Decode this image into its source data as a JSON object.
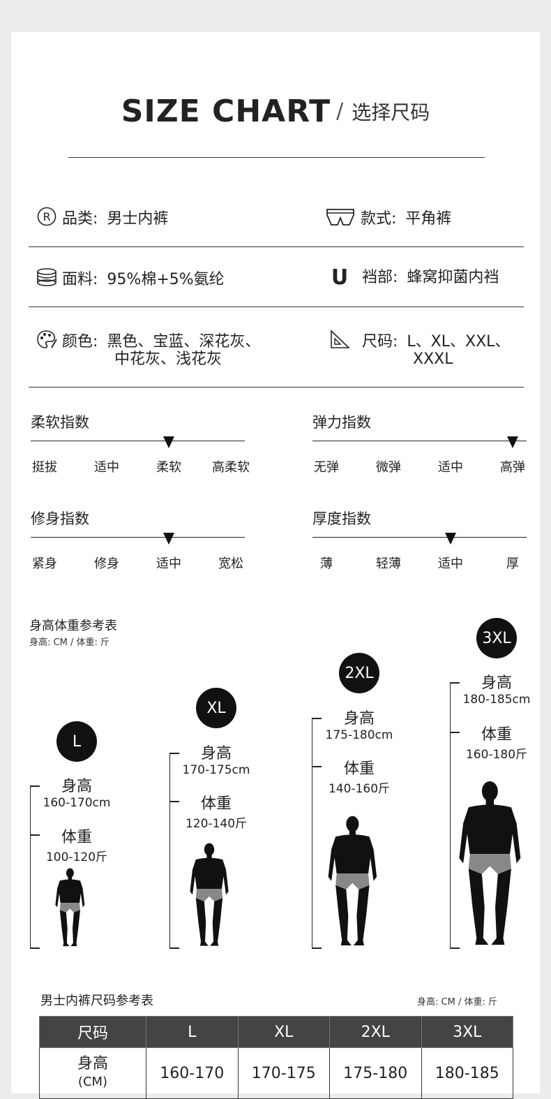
{
  "title": {
    "en": "SIZE CHART",
    "slash": "/",
    "cn": "选择尺码"
  },
  "specs": {
    "category": {
      "label": "品类:",
      "value": "男士内裤"
    },
    "style": {
      "label": "款式:",
      "value": "平角裤"
    },
    "fabric": {
      "label": "面料:",
      "value": "95%棉+5%氨纶"
    },
    "crotch": {
      "label": "裆部:",
      "value": "蜂窝抑菌内裆",
      "icon_letter": "U"
    },
    "color": {
      "label": "颜色:",
      "value_line1": "黑色、宝蓝、深花灰、",
      "value_line2": "中花灰、浅花灰"
    },
    "size": {
      "label": "尺码:",
      "value_line1": "L、XL、XXL、",
      "value_line2": "XXXL"
    },
    "badge_r": "R"
  },
  "indices": [
    {
      "title": "柔软指数",
      "labels": [
        "挺拔",
        "适中",
        "柔软",
        "高柔软"
      ],
      "level": 3
    },
    {
      "title": "弹力指数",
      "labels": [
        "无弹",
        "微弹",
        "适中",
        "高弹"
      ],
      "level": 4
    },
    {
      "title": "修身指数",
      "labels": [
        "紧身",
        "修身",
        "适中",
        "宽松"
      ],
      "level": 3
    },
    {
      "title": "厚度指数",
      "labels": [
        "薄",
        "轻薄",
        "适中",
        "厚"
      ],
      "level": 3
    }
  ],
  "body_ref": {
    "title": "身高体重参考表",
    "units": "身高: CM / 体重: 斤",
    "height_label": "身高",
    "weight_label": "体重",
    "sizes": [
      {
        "size": "L",
        "height": "160-170cm",
        "weight": "100-120斤"
      },
      {
        "size": "XL",
        "height": "170-175cm",
        "weight": "120-140斤"
      },
      {
        "size": "2XL",
        "height": "175-180cm",
        "weight": "140-160斤"
      },
      {
        "size": "3XL",
        "height": "180-185cm",
        "weight": "160-180斤"
      }
    ]
  },
  "table": {
    "title": "男士内裤尺码参考表",
    "units": "身高: CM / 体重: 斤",
    "headers": [
      "尺码",
      "L",
      "XL",
      "2XL",
      "3XL"
    ],
    "row_height": {
      "label": "身高",
      "label2": "(CM)",
      "values": [
        "160-170",
        "170-175",
        "175-180",
        "180-185"
      ]
    }
  }
}
